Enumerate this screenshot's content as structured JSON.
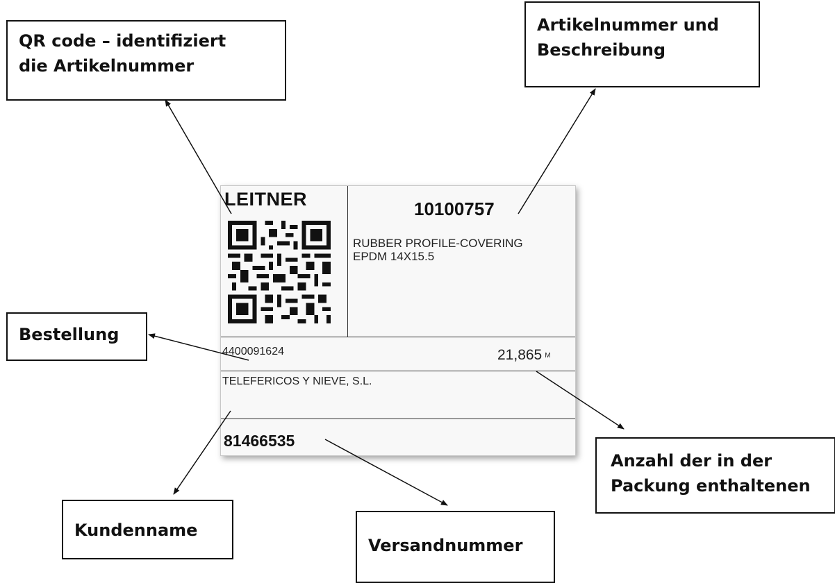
{
  "callouts": {
    "qr_code": [
      "QR code – identifiziert",
      "die Artikelnummer"
    ],
    "article": [
      "Artikelnummer und",
      "Beschreibung"
    ],
    "order": "Bestellung",
    "quantity": [
      "Anzahl der in der",
      "Packung enthaltenen"
    ],
    "customer": "Kundenname",
    "shipping": "Versandnummer"
  },
  "label": {
    "brand": "LEITNER",
    "article_number": "10100757",
    "description_line1": "RUBBER PROFILE-COVERING",
    "description_line2": "EPDM 14X15.5",
    "order_number": "4400091624",
    "quantity": "21,865",
    "quantity_unit": "M",
    "customer_name": "TELEFERICOS Y NIEVE, S.L.",
    "shipping_number": "81466535"
  }
}
